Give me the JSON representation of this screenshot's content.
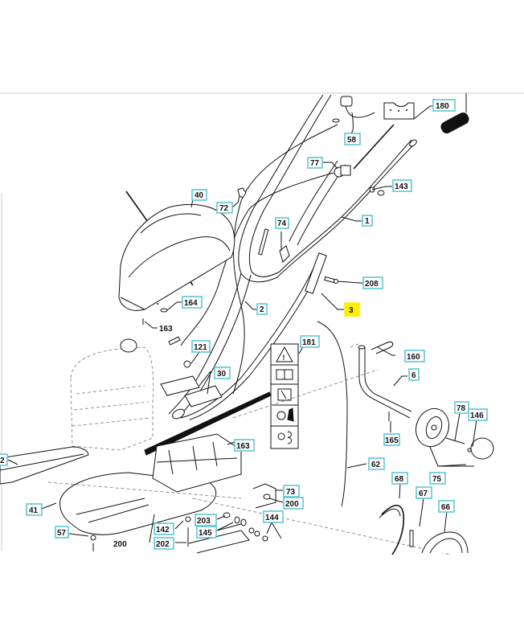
{
  "diagram": {
    "title": "Exploded parts diagram - tiller handle, wheel and belt cover assembly",
    "highlight_color": "#ffee00",
    "label_border_color": "#5fc6d6",
    "callouts": [
      {
        "id": "c180",
        "label": "180",
        "boxed": true
      },
      {
        "id": "c58",
        "label": "58",
        "boxed": true
      },
      {
        "id": "c77",
        "label": "77",
        "boxed": true
      },
      {
        "id": "c143",
        "label": "143",
        "boxed": true
      },
      {
        "id": "c40",
        "label": "40",
        "boxed": true
      },
      {
        "id": "c72",
        "label": "72",
        "boxed": true
      },
      {
        "id": "c74",
        "label": "74",
        "boxed": true
      },
      {
        "id": "c1",
        "label": "1",
        "boxed": true
      },
      {
        "id": "c208",
        "label": "208",
        "boxed": true
      },
      {
        "id": "c3",
        "label": "3",
        "boxed": true,
        "highlighted": true
      },
      {
        "id": "c164",
        "label": "164",
        "boxed": true
      },
      {
        "id": "c2",
        "label": "2",
        "boxed": true
      },
      {
        "id": "c163a",
        "label": "163",
        "boxed": false
      },
      {
        "id": "c121",
        "label": "121",
        "boxed": true
      },
      {
        "id": "c181",
        "label": "181",
        "boxed": true
      },
      {
        "id": "c30",
        "label": "30",
        "boxed": true
      },
      {
        "id": "c160",
        "label": "160",
        "boxed": true
      },
      {
        "id": "c6",
        "label": "6",
        "boxed": true
      },
      {
        "id": "c78",
        "label": "78",
        "boxed": true
      },
      {
        "id": "c146",
        "label": "146",
        "boxed": true
      },
      {
        "id": "c165",
        "label": "165",
        "boxed": true
      },
      {
        "id": "c163b",
        "label": "163",
        "boxed": true
      },
      {
        "id": "c62",
        "label": "62",
        "boxed": true
      },
      {
        "id": "c75",
        "label": "75",
        "boxed": true
      },
      {
        "id": "c12",
        "label": "2",
        "boxed": true
      },
      {
        "id": "c68",
        "label": "68",
        "boxed": true
      },
      {
        "id": "c67",
        "label": "67",
        "boxed": true
      },
      {
        "id": "c66",
        "label": "66",
        "boxed": true
      },
      {
        "id": "c73",
        "label": "73",
        "boxed": true
      },
      {
        "id": "c200a",
        "label": "200",
        "boxed": true
      },
      {
        "id": "c41",
        "label": "41",
        "boxed": true
      },
      {
        "id": "c144",
        "label": "144",
        "boxed": true
      },
      {
        "id": "c203",
        "label": "203",
        "boxed": true
      },
      {
        "id": "c57",
        "label": "57",
        "boxed": true
      },
      {
        "id": "c142",
        "label": "142",
        "boxed": true
      },
      {
        "id": "c145",
        "label": "145",
        "boxed": true
      },
      {
        "id": "c200b",
        "label": "200",
        "boxed": false
      },
      {
        "id": "c202",
        "label": "202",
        "boxed": true
      }
    ],
    "warning_decal_icons": [
      "warning-triangle-icon",
      "read-manual-icon",
      "operator-position-icon",
      "rotating-tines-hand-icon",
      "rotating-tines-foot-icon"
    ]
  }
}
